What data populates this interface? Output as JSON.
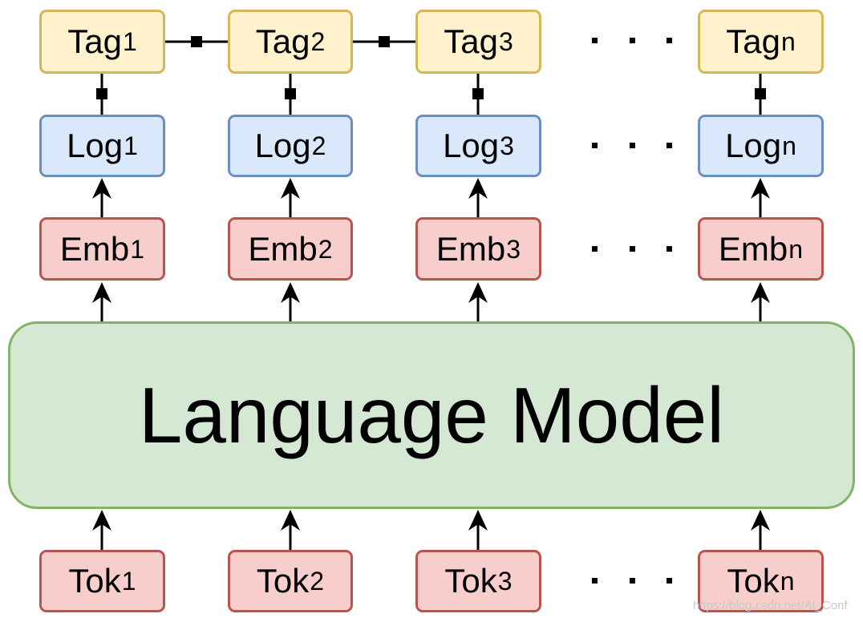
{
  "model": {
    "label": "Language Model"
  },
  "columns": [
    {
      "tag": "Tag",
      "tag_sub": "1",
      "log": "Log",
      "log_sub": "1",
      "emb": "Emb",
      "emb_sub": "1",
      "tok": "Tok",
      "tok_sub": "1"
    },
    {
      "tag": "Tag",
      "tag_sub": "2",
      "log": "Log",
      "log_sub": "2",
      "emb": "Emb",
      "emb_sub": "2",
      "tok": "Tok",
      "tok_sub": "2"
    },
    {
      "tag": "Tag",
      "tag_sub": "3",
      "log": "Log",
      "log_sub": "3",
      "emb": "Emb",
      "emb_sub": "3",
      "tok": "Tok",
      "tok_sub": "3"
    },
    {
      "tag": "Tag",
      "tag_sub": "n",
      "log": "Log",
      "log_sub": "n",
      "emb": "Emb",
      "emb_sub": "n",
      "tok": "Tok",
      "tok_sub": "n"
    }
  ],
  "watermark": "https://blog.csdn.net/AI_Conf",
  "colors": {
    "tag_fill": "#fff2cc",
    "tag_stroke": "#d6b656",
    "log_fill": "#dae8fc",
    "log_stroke": "#6c8ebf",
    "emb_fill": "#f8cecc",
    "emb_stroke": "#b85450",
    "model_fill": "#d5e8d4",
    "model_stroke": "#82b366",
    "arrow": "#000000"
  }
}
